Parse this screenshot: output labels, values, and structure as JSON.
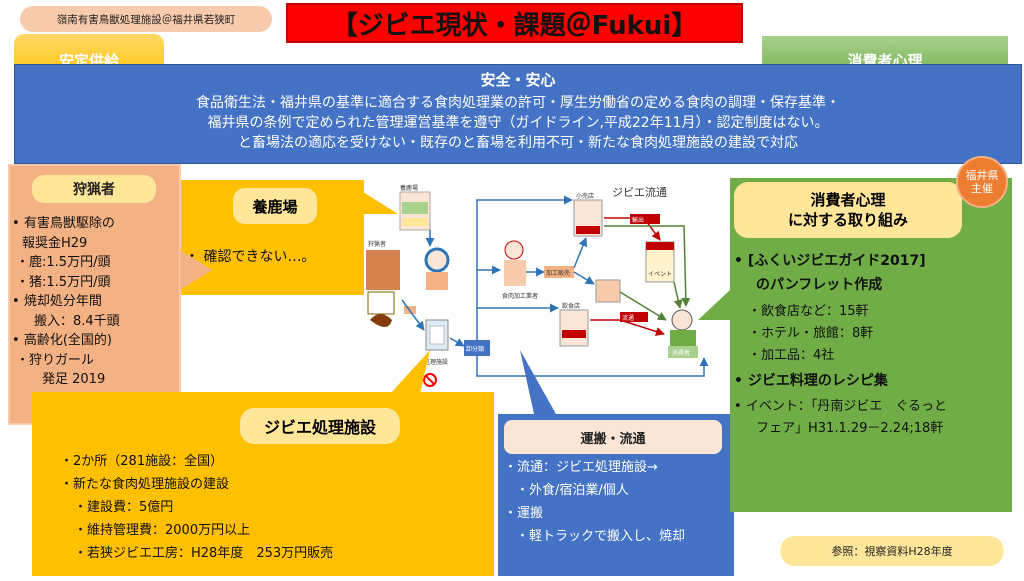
{
  "facility_tag": "嶺南有害鳥獣処理施設＠福井県若狭町",
  "title": "【ジビエ現状・課題＠Fukui】",
  "tab_left": "安定供給",
  "tab_right": "消費者心理",
  "banner": {
    "heading": "安全・安心",
    "lines": [
      "食品衛生法・福井県の基準に適合する食肉処理業の許可・厚生労働省の定める食肉の調理・保存基準・",
      "福井県の条例で定められた管理運営基準を遵守（ガイドライン,平成22年11月）・認定制度はない。",
      "と畜場法の適応を受けない・既存のと畜場を利用不可・新たな食肉処理施設の建設で対応"
    ]
  },
  "hunter": {
    "title": "狩猟者",
    "items": [
      {
        "text": "有害鳥獣駆除の",
        "level": 0
      },
      {
        "text": "報奨金H29",
        "level": 0,
        "cont": true
      },
      {
        "text": "鹿:1.5万円/頭",
        "level": 1
      },
      {
        "text": "猪:1.5万円/頭",
        "level": 1
      },
      {
        "text": "焼却処分年間",
        "level": 0
      },
      {
        "text": "搬入：8.4千頭",
        "level": 0,
        "cont": true
      },
      {
        "text": "高齢化(全国的)",
        "level": 0
      },
      {
        "text": "狩りガール",
        "level": 1
      },
      {
        "text": "発足 2019",
        "level": 1,
        "cont": true
      }
    ]
  },
  "deer_farm": {
    "title": "養鹿場",
    "item": "確認できない…。"
  },
  "processing": {
    "title": "ジビエ処理施設",
    "items": [
      {
        "text": "2か所（281施設：全国）",
        "level": 0
      },
      {
        "text": "新たな食肉処理施設の建設",
        "level": 0
      },
      {
        "text": "建設費：5億円",
        "level": 1
      },
      {
        "text": "維持管理費：2000万円以上",
        "level": 1
      },
      {
        "text": "若狭ジビエ工房：H28年度　253万円販売",
        "level": 1
      }
    ]
  },
  "transport": {
    "title": "運搬・流通",
    "items": [
      {
        "text": "流通：ジビエ処理施設→",
        "level": 0
      },
      {
        "text": "外食/宿泊業/個人",
        "level": 1
      },
      {
        "text": "運搬",
        "level": 0
      },
      {
        "text": "軽トラックで搬入し、焼却",
        "level": 1
      }
    ]
  },
  "consumer": {
    "badge": "福井県主催",
    "title_line1": "消費者心理",
    "title_line2": "に対する取り組み",
    "items": [
      {
        "text": "[ふくいジビエガイド2017]",
        "level": 0,
        "bold": true
      },
      {
        "text": "のパンフレット作成",
        "level": 0,
        "bold": true,
        "cont": true
      },
      {
        "text": "飲食店など：15軒",
        "level": 1
      },
      {
        "text": "ホテル・旅館：8軒",
        "level": 1
      },
      {
        "text": "加工品：4社",
        "level": 1
      },
      {
        "text": "ジビエ料理のレシピ集",
        "level": 0,
        "bold": true
      },
      {
        "text": "イベント：「丹南ジビエ　ぐるっと",
        "level": 0
      },
      {
        "text": "フェア」H31.1.29－2.24;18軒",
        "level": 0,
        "cont": true
      }
    ]
  },
  "flow": {
    "title": "ジビエ流通",
    "labels": {
      "deer_farm": "養鹿場",
      "hunter": "狩猟者",
      "processing": "処理施設",
      "wholesale": "卸分類",
      "meat_processor": "食肉加工業者",
      "process_sales": "加工販売",
      "retail": "小売店",
      "restaurant": "飲食店",
      "consumer": "消費者",
      "event": "イベント",
      "dist": "流通",
      "export": "輸出"
    }
  },
  "reference": "参照：視察資料H28年度",
  "colors": {
    "orange": "#FFC000",
    "salmon": "#F4B183",
    "blue": "#4472C4",
    "green": "#70AD47",
    "red": "#FF0000",
    "peach": "#F8CBAD"
  }
}
